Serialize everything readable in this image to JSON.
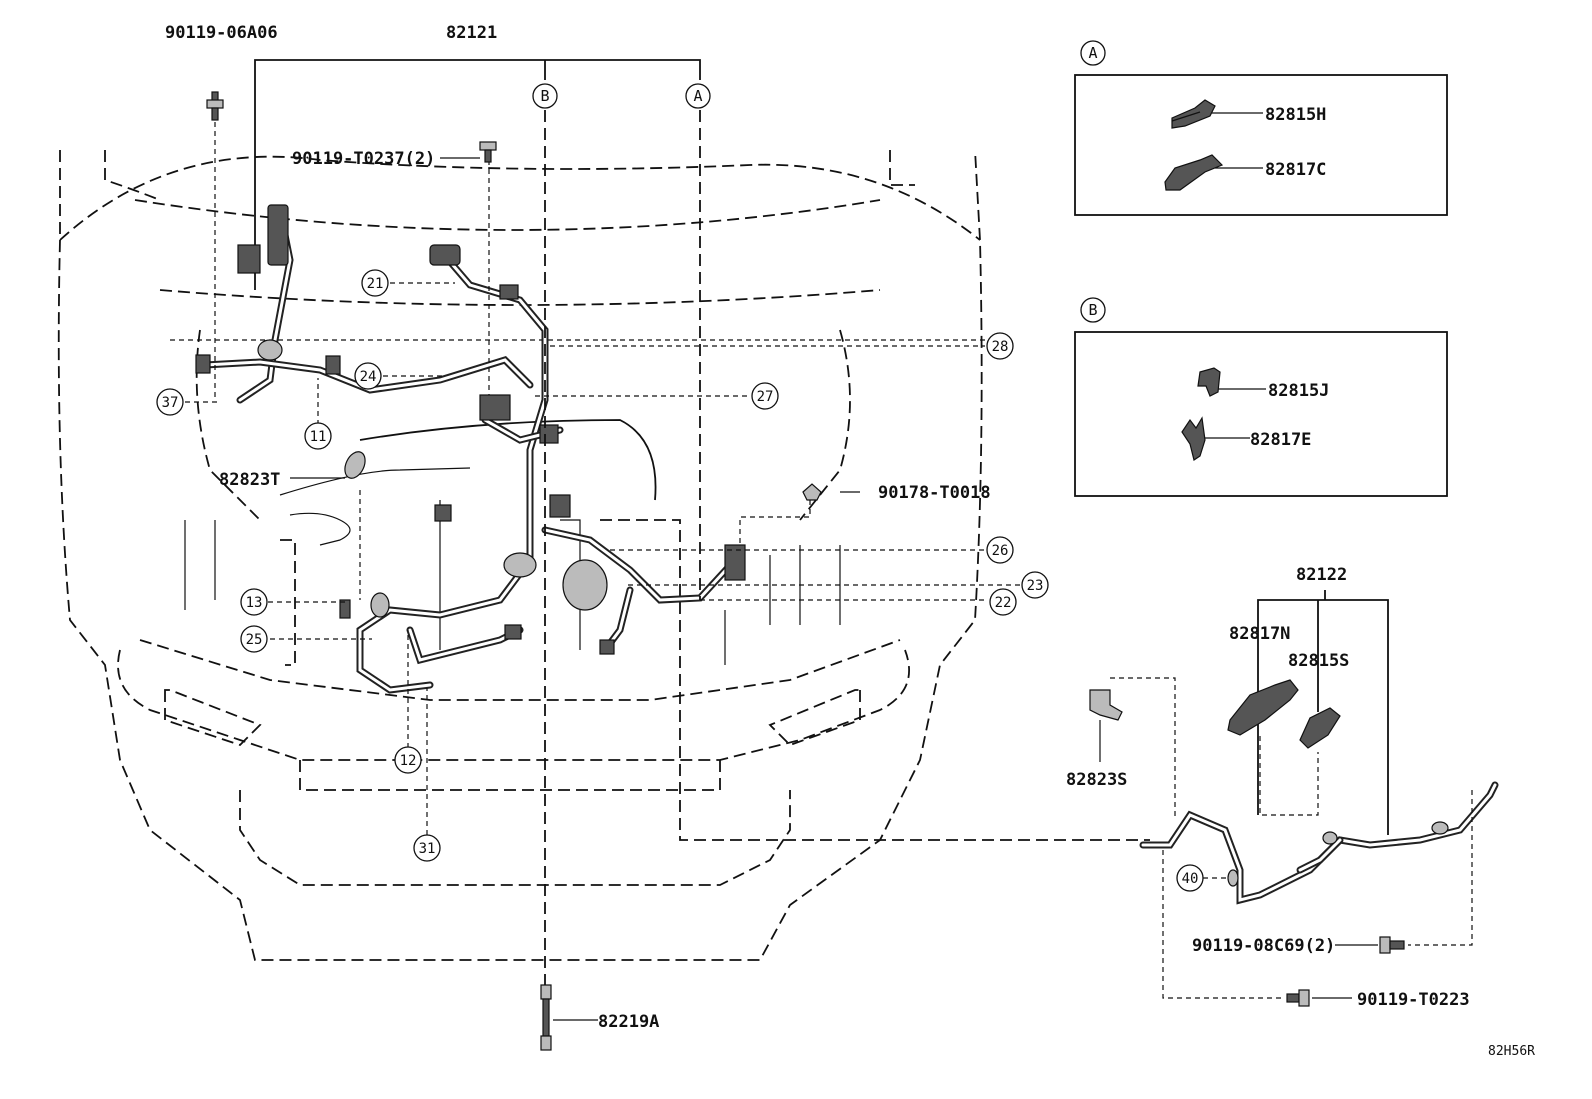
{
  "figure_code": "82H56R",
  "main_assembly": "82121",
  "sub_assembly": "82122",
  "view_letters": [
    "A",
    "B"
  ],
  "detail_a": {
    "letter": "A",
    "parts": [
      "82815H",
      "82817C"
    ]
  },
  "detail_b": {
    "letter": "B",
    "parts": [
      "82815J",
      "82817E"
    ]
  },
  "part_labels": {
    "bolt_top": "90119-06A06",
    "bolt_t0237": "90119-T0237(2)",
    "protector_82823t": "82823T",
    "clip_t0018": "90178-T0018",
    "wire_82219a": "82219A",
    "clamp_82817n": "82817N",
    "clamp_82815s": "82815S",
    "bracket_82823s": "82823S",
    "bolt_08c69": "90119-08C69(2)",
    "bolt_t0223": "90119-T0223"
  },
  "callouts": {
    "c21": "21",
    "c24": "24",
    "c37": "37",
    "c11": "11",
    "c13": "13",
    "c25": "25",
    "c12": "12",
    "c31": "31",
    "c28": "28",
    "c27": "27",
    "c26": "26",
    "c23": "23",
    "c22": "22",
    "c40": "40"
  }
}
